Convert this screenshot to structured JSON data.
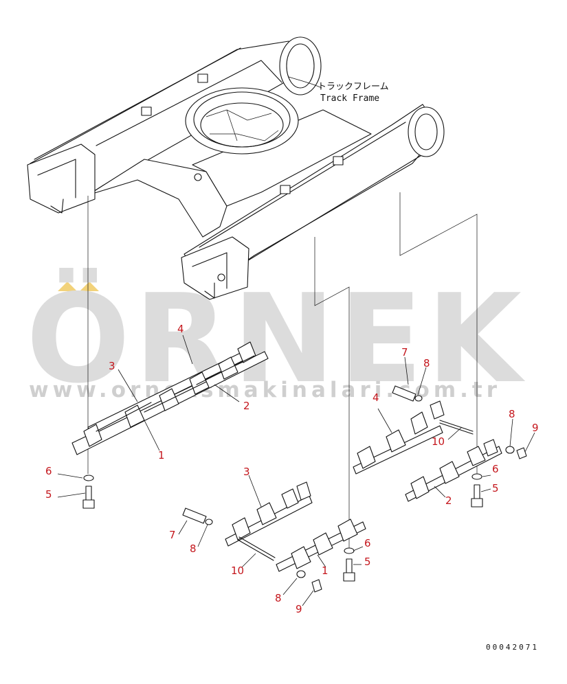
{
  "watermark": {
    "brand": "ÖRNEK",
    "url": "www.orneksmakinalari.com.tr",
    "accent_color": "#f2d27a"
  },
  "frame_label": {
    "line1": "トラックフレーム",
    "line2": "Track Frame"
  },
  "drawing_number": "00042071",
  "callouts": [
    {
      "id": "c-4-left",
      "text": "4"
    },
    {
      "id": "c-3-left",
      "text": "3"
    },
    {
      "id": "c-2-left",
      "text": "2"
    },
    {
      "id": "c-1-left",
      "text": "1"
    },
    {
      "id": "c-6-left",
      "text": "6"
    },
    {
      "id": "c-5-left",
      "text": "5"
    },
    {
      "id": "c-7-right",
      "text": "7"
    },
    {
      "id": "c-8-right",
      "text": "8"
    },
    {
      "id": "c-4-right",
      "text": "4"
    },
    {
      "id": "c-10-right",
      "text": "10"
    },
    {
      "id": "c-8-right-b",
      "text": "8"
    },
    {
      "id": "c-9-right",
      "text": "9"
    },
    {
      "id": "c-6-right",
      "text": "6"
    },
    {
      "id": "c-5-right",
      "text": "5"
    },
    {
      "id": "c-2-right",
      "text": "2"
    },
    {
      "id": "c-3-mid",
      "text": "3"
    },
    {
      "id": "c-7-mid",
      "text": "7"
    },
    {
      "id": "c-8-mid",
      "text": "8"
    },
    {
      "id": "c-10-mid",
      "text": "10"
    },
    {
      "id": "c-1-mid",
      "text": "1"
    },
    {
      "id": "c-6-mid",
      "text": "6"
    },
    {
      "id": "c-5-mid",
      "text": "5"
    },
    {
      "id": "c-8-mid-b",
      "text": "8"
    },
    {
      "id": "c-9-mid",
      "text": "9"
    }
  ]
}
